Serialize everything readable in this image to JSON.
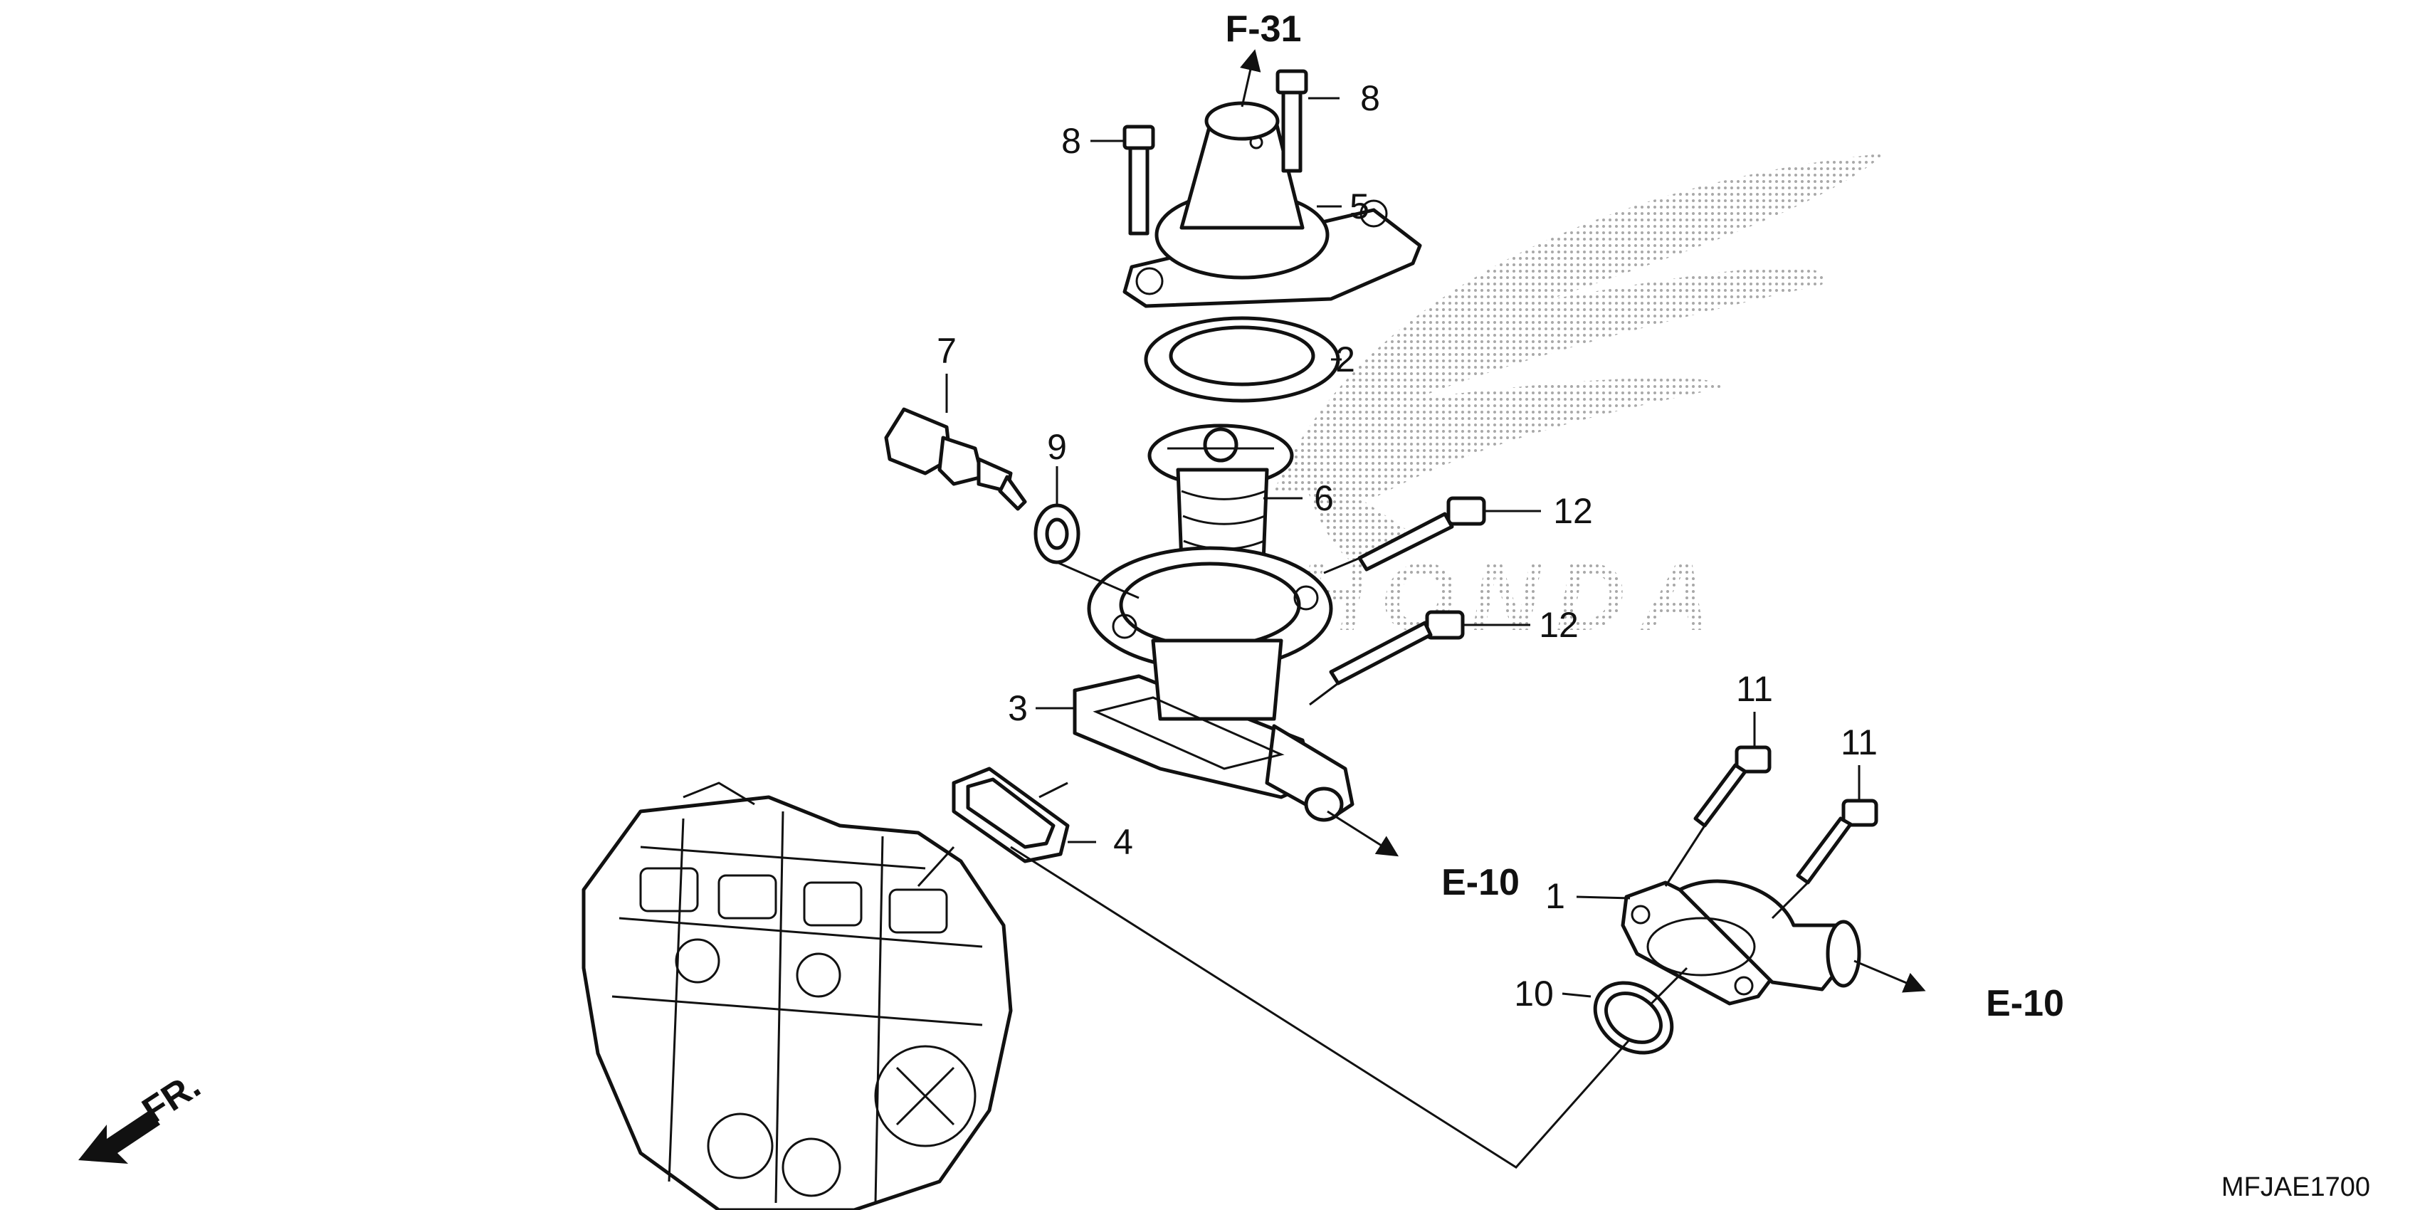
{
  "diagram": {
    "callouts": {
      "c1": "1",
      "c2": "2",
      "c3": "3",
      "c4": "4",
      "c5": "5",
      "c6": "6",
      "c7": "7",
      "c8a": "8",
      "c8b": "8",
      "c9": "9",
      "c10": "10",
      "c11a": "11",
      "c11b": "11",
      "c12a": "12",
      "c12b": "12"
    },
    "references": {
      "top": "F-31",
      "right_mid": "E-10",
      "right_low": "E-10"
    },
    "front_marker": "FR.",
    "diagram_code": "MFJAE1700",
    "watermark_text": "HONDA",
    "colors": {
      "ink": "#111111",
      "watermark": "#9a9a9a",
      "background": "#ffffff"
    },
    "icons": [
      "front-direction-arrow-icon",
      "honda-wing-logo"
    ]
  }
}
